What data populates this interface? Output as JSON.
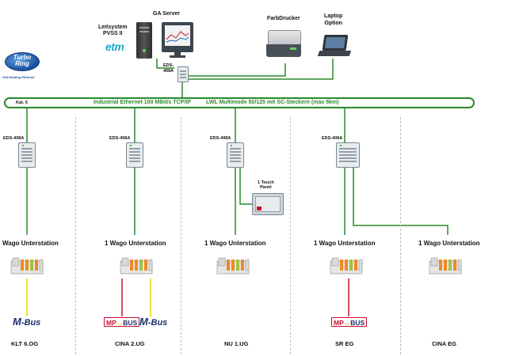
{
  "top": {
    "ga_server": "GA Server",
    "leitsystem": "Leitsystem\nPVSS II",
    "etm": "etm",
    "farbdrucker": "FarbDrucker",
    "laptop": "Laptop\nOption",
    "eds_center": "EDS-\n408A",
    "turbo_ring_line1": "Turbo",
    "turbo_ring_line2": "Ring",
    "turbo_ring_tagline": "Self-Healing Ethernet"
  },
  "bus": {
    "kat6": "Kat. 6",
    "ethernet_label": "Industrial Ethernet 100 MBit/s TCP/IP",
    "fiber_label": "LWL Multimode 50/125 mit SC-Steckern (max 5km)"
  },
  "columns": [
    {
      "switch": "EDS-408A",
      "station": "Wago Unterstation",
      "location": "KLT 6.OG"
    },
    {
      "switch": "EDS-408A",
      "station": "1 Wago Unterstation",
      "location": "CINA 2.UG"
    },
    {
      "switch": "EDS-408A",
      "station": "1 Wago Unterstation",
      "location": "NU 1.UG"
    },
    {
      "switch": "EDS-408A",
      "station": "1 Wago Unterstation",
      "location": "SR EG"
    },
    {
      "station": "1 Wago Unterstation",
      "location": "CINA EG"
    }
  ],
  "touch_panel": "1 Touch\nPanel",
  "protocols": {
    "mbus_m": "M",
    "mbus_rest": "-Bus",
    "mpbus_mp": "MP",
    "mpbus_arrows": "↔",
    "mpbus_bus": "BUS"
  },
  "colors": {
    "network": "#2a8a2a",
    "mbus_line": "#e8d600",
    "mpbus_line": "#c8102e"
  }
}
